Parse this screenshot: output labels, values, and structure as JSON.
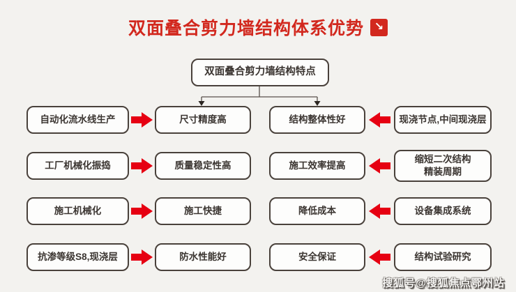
{
  "title": {
    "text": "双面叠合剪力墙结构体系优势",
    "icon_glyph": "↘"
  },
  "root": {
    "label": "双面叠合剪力墙结构特点"
  },
  "rows": [
    {
      "left": "自动化流水线生产",
      "center_left": "尺寸精度高",
      "center_right": "结构整体性好",
      "right": "现浇节点,中间现浇层"
    },
    {
      "left": "工厂机械化振捣",
      "center_left": "质量稳定性高",
      "center_right": "施工效率提高",
      "right": "缩短二次结构\n精装周期"
    },
    {
      "left": "施工机械化",
      "center_left": "施工快捷",
      "center_right": "降低成本",
      "right": "设备集成系统"
    },
    {
      "left": "抗渗等级S8,现浇层",
      "center_left": "防水性能好",
      "center_right": "安全保证",
      "right": "结构试验研究"
    }
  ],
  "watermark": {
    "text": "搜狐号@搜狐焦点鄂州站"
  },
  "colors": {
    "title_red": "#d2281e",
    "arrow_red": "#e60012",
    "node_border": "#49413b",
    "background": "#f3f2ef"
  }
}
